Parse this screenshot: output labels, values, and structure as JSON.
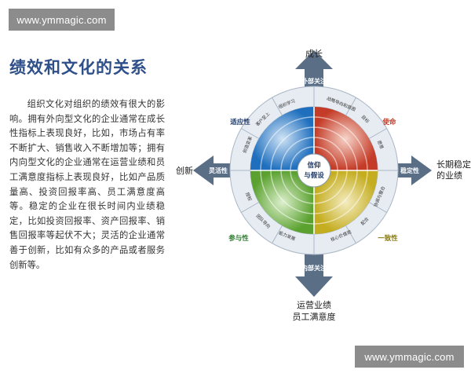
{
  "watermark": {
    "top": "www.ymmagic.com",
    "bottom": "www.ymmagic.com"
  },
  "title": "绩效和文化的关系",
  "body": "组织文化对组织的绩效有很大的影响。拥有外向型文化的企业通常在成长性指标上表现良好，比如，市场占有率不断扩大、销售收入不断增加等；拥有内向型文化的企业通常在运营业绩和员工满意度指标上表现良好，比如产品质量高、投资回报率高、员工满意度高等。稳定的企业在很长时间内业绩稳定，比如投资回报率、资产回报率、销售回报率等起伏不大；灵活的企业通常善于创新，比如有众多的产品或者服务创新等。",
  "diagram": {
    "outer_labels": {
      "top": "成长",
      "left": "创新",
      "right": [
        "长期稳定",
        "的业绩"
      ],
      "bottom": [
        "运营业绩",
        "员工满意度"
      ]
    },
    "arrow_labels": {
      "up": "外部关注",
      "down": "内部关注",
      "left": "灵活性",
      "right": "稳定性"
    },
    "quadrants": {
      "top_left": "适应性",
      "top_right": "使命",
      "bottom_left": "参与性",
      "bottom_right": "一致性"
    },
    "center": [
      "信仰",
      "与假设"
    ],
    "segments": {
      "top_left": [
        "创造变革",
        "客户至上",
        "组织学习"
      ],
      "top_right": [
        "战略导向和意图",
        "目标",
        "愿景"
      ],
      "bottom_right": [
        "协调与整合",
        "配合",
        "核心价值观"
      ],
      "bottom_left": [
        "授权",
        "团队导向",
        "能力发展"
      ]
    },
    "colors": {
      "arrow": "#5a6e86",
      "top_left": "#2f7fc8",
      "top_right": "#d24a36",
      "bottom_right": "#cdb92a",
      "bottom_left": "#6aae3c",
      "outer_ring": "#dfe6ee",
      "title": "#2e4f8a",
      "label_dark": "#1f3a68"
    }
  }
}
